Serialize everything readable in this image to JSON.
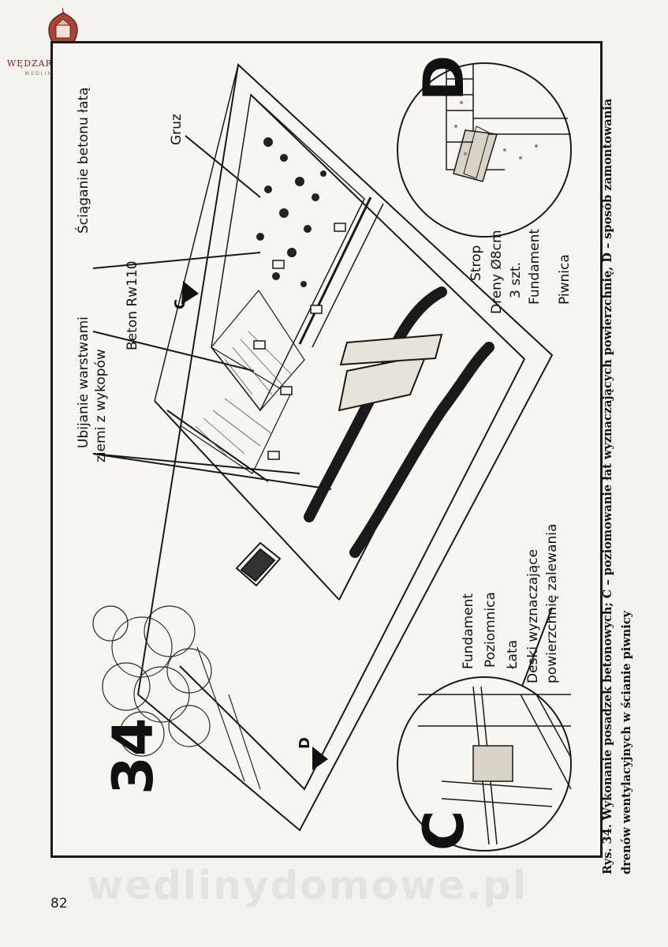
{
  "header": {
    "logo_name": "WĘDZARNICZA BRAĆ",
    "logo_sub": "WEDLINYDOMOWE.PL"
  },
  "figure": {
    "number": "34",
    "letter_c": "C",
    "letter_d": "D",
    "marker_c": "C",
    "marker_d": "D",
    "labels": {
      "gruz": "Gruz",
      "sciaganie": "Ściąganie betonu łatą",
      "beton": "Beton Rw110",
      "ubijanie_1": "Ubijanie warstwami",
      "ubijanie_2": "ziemi z wykopów",
      "strop": "Strop",
      "dreny": "Dreny Ø8cm",
      "szt": "3 szt.",
      "fundament_d": "Fundament",
      "piwnica": "Piwnica",
      "fundament_c": "Fundament",
      "poziomnica": "Poziomnica",
      "lata": "Łata",
      "deski_1": "Deski wyznaczające",
      "deski_2": "powierzchnię zalewania"
    },
    "caption_line_1": "Rys. 34. Wykonanie posadzek betonowych; C – poziomowanie łat wyznaczających powierzchnię, D – sposób zamontowania",
    "caption_line_2": "drenów wentylacyjnych w ścianie piwnicy"
  },
  "footer": {
    "page_number": "82",
    "watermark": "wedlinydomowe.pl"
  }
}
